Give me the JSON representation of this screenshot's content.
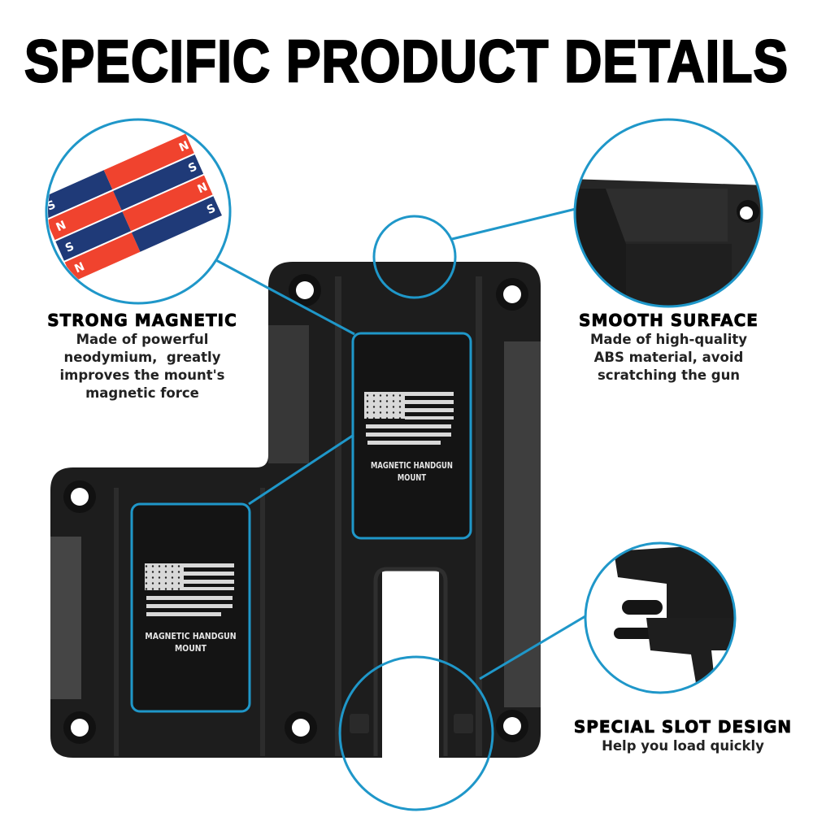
{
  "page": {
    "title": "SPECIFIC PRODUCT DETAILS",
    "accent_color": "#1f97c9",
    "product_color": "#1c1c1c"
  },
  "product": {
    "name": "magnetic handgun mount",
    "magnet_plates": [
      {
        "label_line1": "MAGNETIC HANDGUN",
        "label_line2": "MOUNT",
        "icon": "distressed-us-flag-icon"
      },
      {
        "label_line1": "MAGNETIC HANDGUN",
        "label_line2": "MOUNT",
        "icon": "distressed-us-flag-icon"
      }
    ]
  },
  "features": [
    {
      "id": "strong-magnetic",
      "heading": "STRONG MAGNETIC",
      "desc": [
        "Made of powerful",
        "neodymium,  greatly",
        "improves the mount's",
        "magnetic force"
      ],
      "image": "bar-magnets-image",
      "magnet_labels": [
        "N",
        "S",
        "N",
        "S",
        "S",
        "N",
        "S",
        "N"
      ]
    },
    {
      "id": "smooth-surface",
      "heading": "SMOOTH SURFACE",
      "desc": [
        "Made of high-quality",
        "ABS material, avoid",
        "scratching the gun"
      ],
      "image": "surface-closeup-image"
    },
    {
      "id": "special-slot-design",
      "heading": "SPECIAL SLOT DESIGN",
      "desc": [
        "Help you load quickly"
      ],
      "image": "handgun-in-mount-image"
    }
  ]
}
